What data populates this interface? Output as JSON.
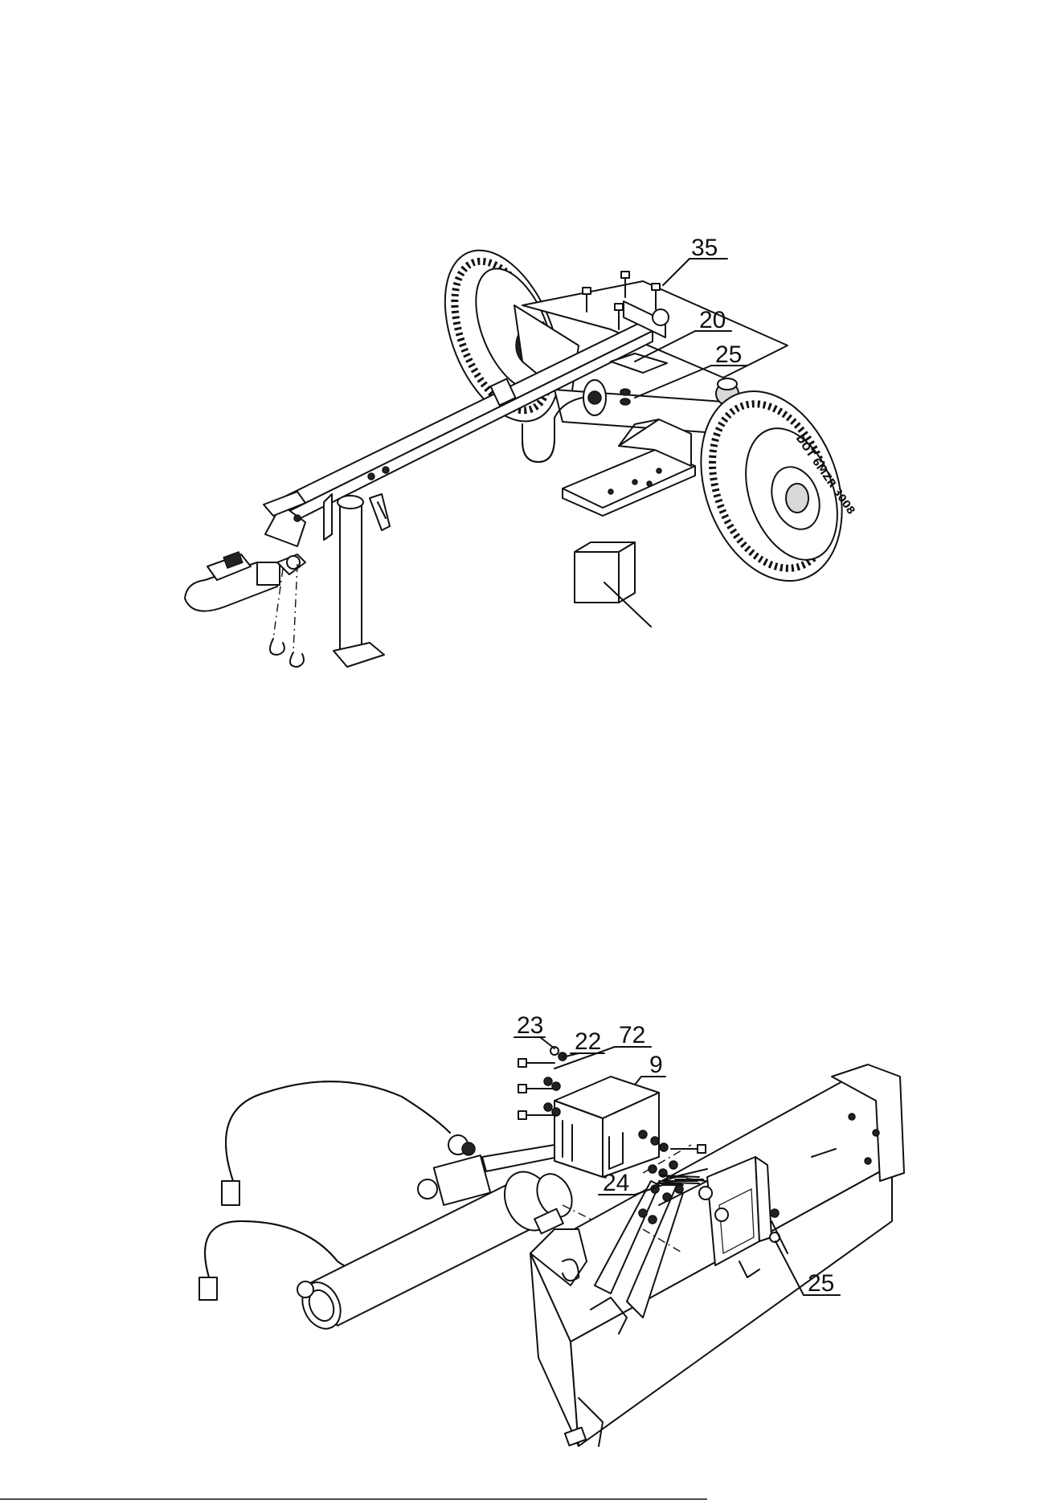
{
  "diagram_top": {
    "callouts": [
      {
        "label": "35"
      },
      {
        "label": "20"
      },
      {
        "label": "25"
      }
    ]
  },
  "diagram_bottom": {
    "callouts": [
      {
        "label": "23"
      },
      {
        "label": "22"
      },
      {
        "label": "72"
      },
      {
        "label": "9"
      },
      {
        "label": "24"
      },
      {
        "label": "25"
      }
    ]
  }
}
